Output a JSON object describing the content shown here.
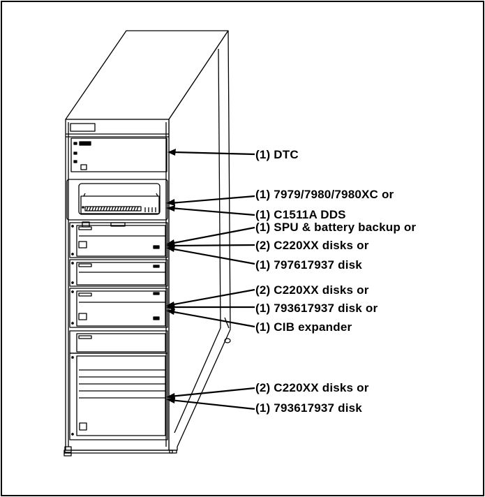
{
  "diagram": {
    "labels": [
      {
        "id": "dtc",
        "text": "(1) DTC"
      },
      {
        "id": "tape-drive",
        "text": "(1) 7979/7980/7980XC or"
      },
      {
        "id": "dds-drive",
        "text": "(1) C1511A DDS"
      },
      {
        "id": "spu",
        "text": "(1) SPU & battery backup or"
      },
      {
        "id": "disks-1",
        "text": "(2) C220XX disks or"
      },
      {
        "id": "disk-797",
        "text": "(1) 797617937 disk"
      },
      {
        "id": "disks-2",
        "text": "(2) C220XX disks or"
      },
      {
        "id": "disk-793-a",
        "text": "(1) 793617937 disk or"
      },
      {
        "id": "cib",
        "text": "(1) CIB expander"
      },
      {
        "id": "disks-3",
        "text": "(2) C220XX disks or"
      },
      {
        "id": "disk-793-b",
        "text": "(1) 793617937 disk"
      }
    ]
  }
}
